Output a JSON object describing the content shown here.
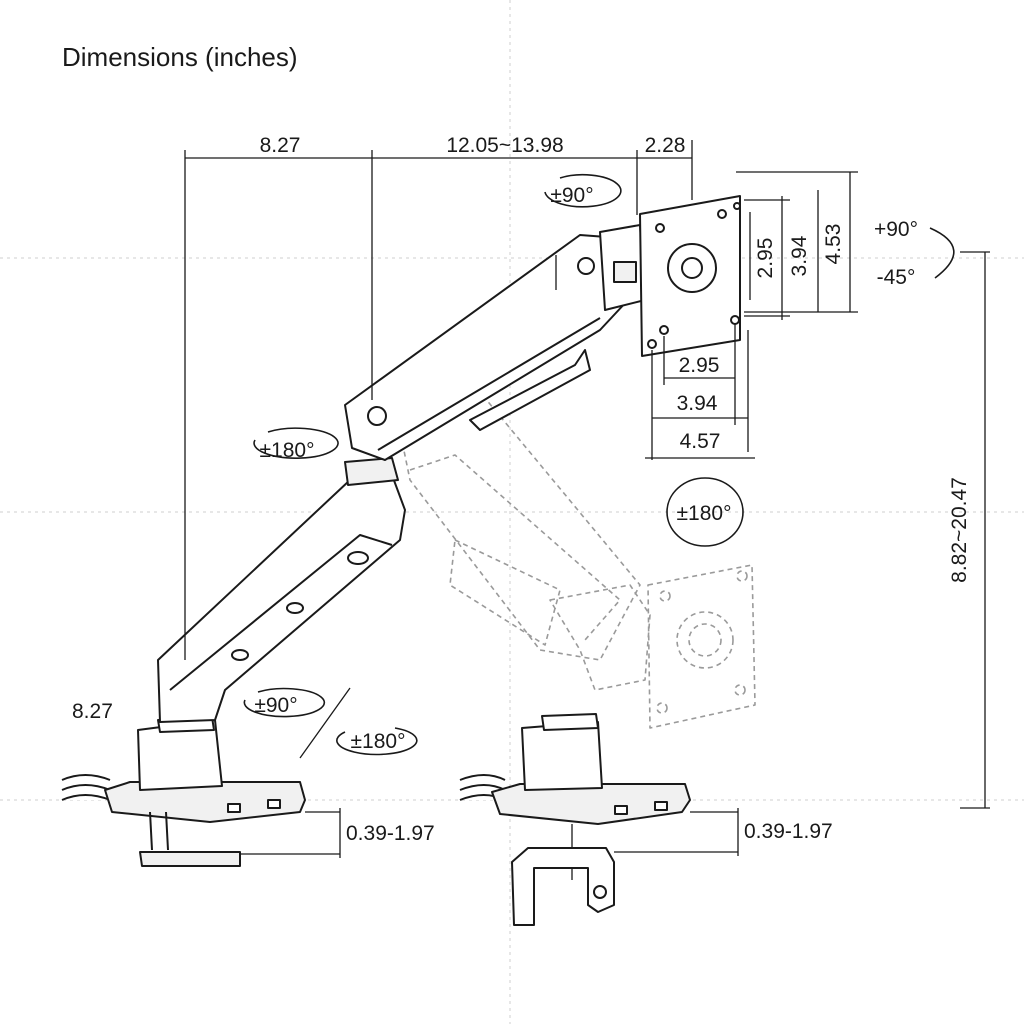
{
  "title": "Dimensions (inches)",
  "dimensions": {
    "base_to_pivot": "8.27",
    "arm_extension": "12.05~13.98",
    "head_depth": "2.28",
    "vesa_h_small": "2.95",
    "vesa_h_large": "3.94",
    "plate_height": "4.53",
    "vesa_w_small": "2.95",
    "vesa_w_large": "3.94",
    "plate_width": "4.57",
    "height_range": "8.82~20.47",
    "pole_height": "8.27",
    "clamp_range_left": "0.39-1.97",
    "clamp_range_right": "0.39-1.97"
  },
  "rotations": {
    "head_swivel": "±90°",
    "tilt_up": "+90°",
    "tilt_down": "-45°",
    "elbow": "±180°",
    "plate_rotation": "±180°",
    "base_swivel": "±90°",
    "base_rotation": "±180°"
  }
}
